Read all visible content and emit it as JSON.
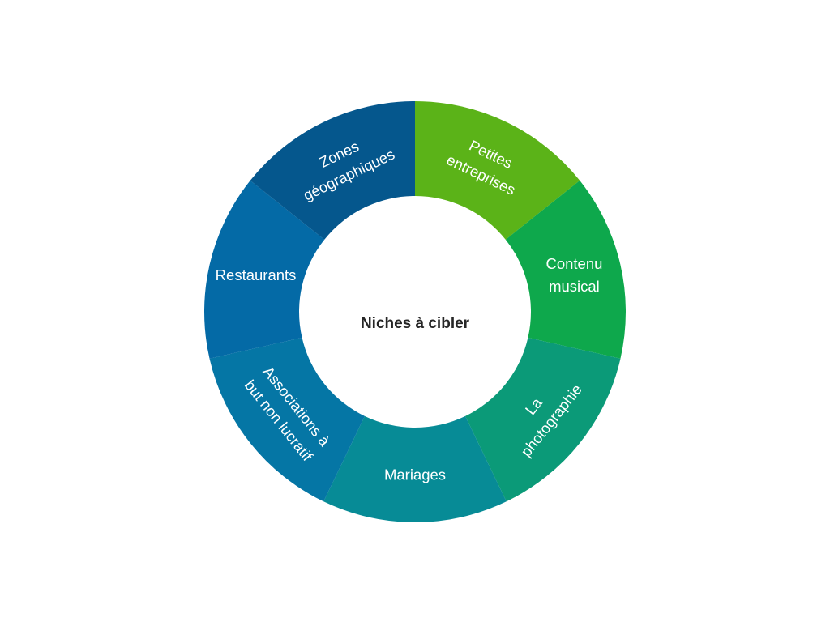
{
  "center_label": "Niches à cibler",
  "segments": [
    {
      "id": "petites-entreprises",
      "lines": [
        "Petites",
        "entreprises"
      ],
      "color": "#5bb318"
    },
    {
      "id": "contenu-musical",
      "lines": [
        "Contenu",
        "musical"
      ],
      "color": "#0ea84c"
    },
    {
      "id": "la-photographie",
      "lines": [
        "La",
        "photographie"
      ],
      "color": "#0b9a78"
    },
    {
      "id": "mariages",
      "lines": [
        "Mariages"
      ],
      "color": "#078b96"
    },
    {
      "id": "associations",
      "lines": [
        "Associations à",
        "but non lucratif"
      ],
      "color": "#0576a5"
    },
    {
      "id": "restaurants",
      "lines": [
        "Restaurants"
      ],
      "color": "#046aa6"
    },
    {
      "id": "zones-geographiques",
      "lines": [
        "Zones",
        "géographiques"
      ],
      "color": "#05578d"
    }
  ]
}
